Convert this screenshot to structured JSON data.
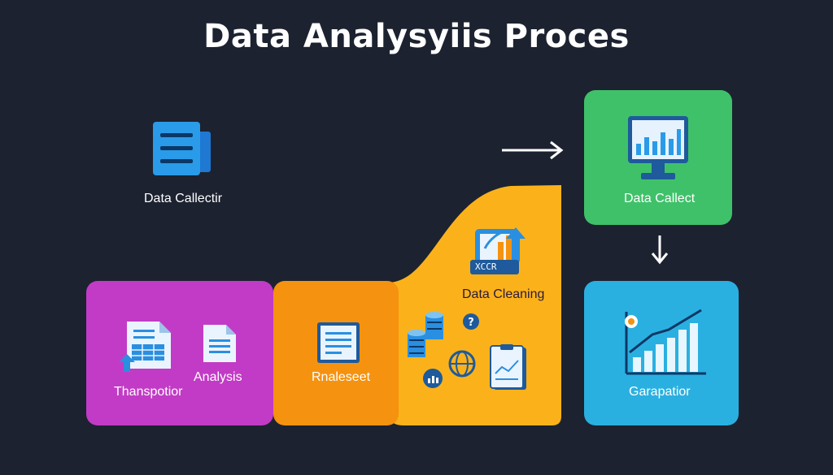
{
  "title": "Data Analysyiis Proces",
  "labels": {
    "collector": "Data Callectir",
    "collect": "Data Callect",
    "cleaning": "Data Cleaning",
    "visualization": "Garapatior",
    "transportation": "Thanspotior",
    "analysis": "Analysis",
    "release": "Rnaleseet",
    "badge_text": "XCCR"
  },
  "colors": {
    "background": "#1c2230",
    "purple": "#c23bc6",
    "orange": "#f5920f",
    "yellow": "#fbb21a",
    "green": "#3fc169",
    "blue": "#2ab0e0",
    "icon_blue": "#2a8fe0"
  }
}
